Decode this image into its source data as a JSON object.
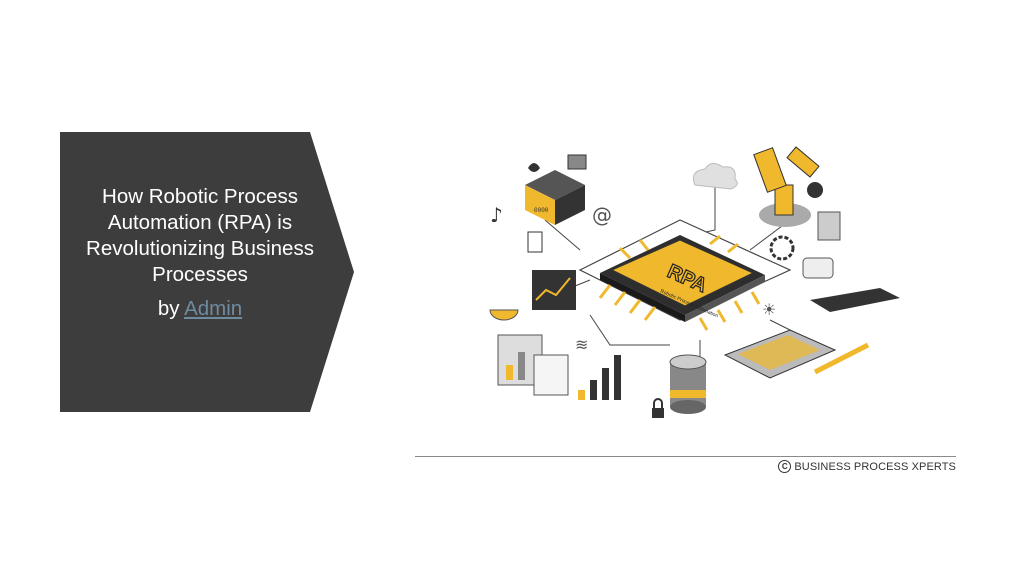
{
  "slide": {
    "title": "How Robotic Process Automation (RPA) is Revolutionizing Business Processes",
    "by_prefix": "by",
    "author_link": "Admin",
    "footer_brand": "BUSINESS PROCESS XPERTS",
    "copyright_symbol": "C"
  },
  "illustration": {
    "chip_label": "RPA",
    "chip_sublabel": "Robotic Process Automation",
    "server_label": "0000"
  },
  "colors": {
    "title_box": "#3d3d3d",
    "accent_yellow": "#f0b82c",
    "dark": "#333333",
    "link": "#6f8ba0"
  }
}
